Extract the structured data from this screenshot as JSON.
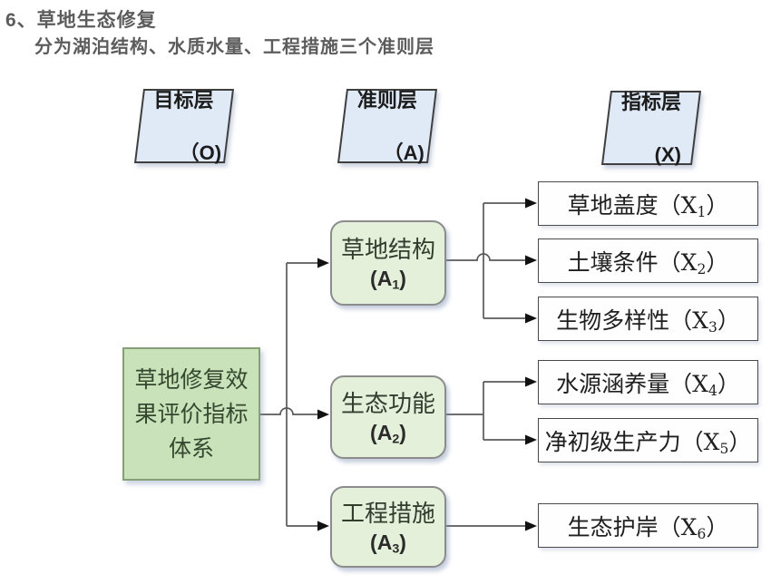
{
  "page": {
    "title": "6、草地生态修复",
    "subtitle": "分为湖泊结构、水质水量、工程措施三个准则层"
  },
  "headers": [
    {
      "line1": "目标层",
      "line2": "（O)"
    },
    {
      "line1": "准则层",
      "line2": "（A)"
    },
    {
      "line1": "指标层",
      "line2": "(X)"
    }
  ],
  "goal": {
    "line1": "草地修复效",
    "line2": "果评价指标",
    "line3": "体系"
  },
  "criteria": [
    {
      "name": "草地结构",
      "code_prefix": "(A",
      "code_sub": "1",
      "code_suffix": ")"
    },
    {
      "name": "生态功能",
      "code_prefix": "(A",
      "code_sub": "2",
      "code_suffix": ")"
    },
    {
      "name": "工程措施",
      "code_prefix": "(A",
      "code_sub": "3",
      "code_suffix": ")"
    }
  ],
  "indicators": [
    {
      "name": "草地盖度",
      "code_prefix": "（X",
      "code_sub": "1",
      "code_suffix": "）"
    },
    {
      "name": "土壤条件",
      "code_prefix": "（X",
      "code_sub": "2",
      "code_suffix": "）"
    },
    {
      "name": "生物多样性",
      "code_prefix": "（X",
      "code_sub": "3",
      "code_suffix": "）"
    },
    {
      "name": "水源涵养量",
      "code_prefix": "（X",
      "code_sub": "4",
      "code_suffix": "）"
    },
    {
      "name": "净初级生产力",
      "code_prefix": "（X",
      "code_sub": "5",
      "code_suffix": "）"
    },
    {
      "name": "生态护岸",
      "code_prefix": "（X",
      "code_sub": "6",
      "code_suffix": "）"
    }
  ],
  "colors": {
    "parallelogram_fill": "#dfeaf6",
    "goal_fill": "#c9e2ba",
    "criteria_fill": "#e4f0da",
    "indicator_fill": "#fefefe",
    "line": "#595959",
    "arrow": "#111111",
    "title_text": "#5c5c5c"
  }
}
